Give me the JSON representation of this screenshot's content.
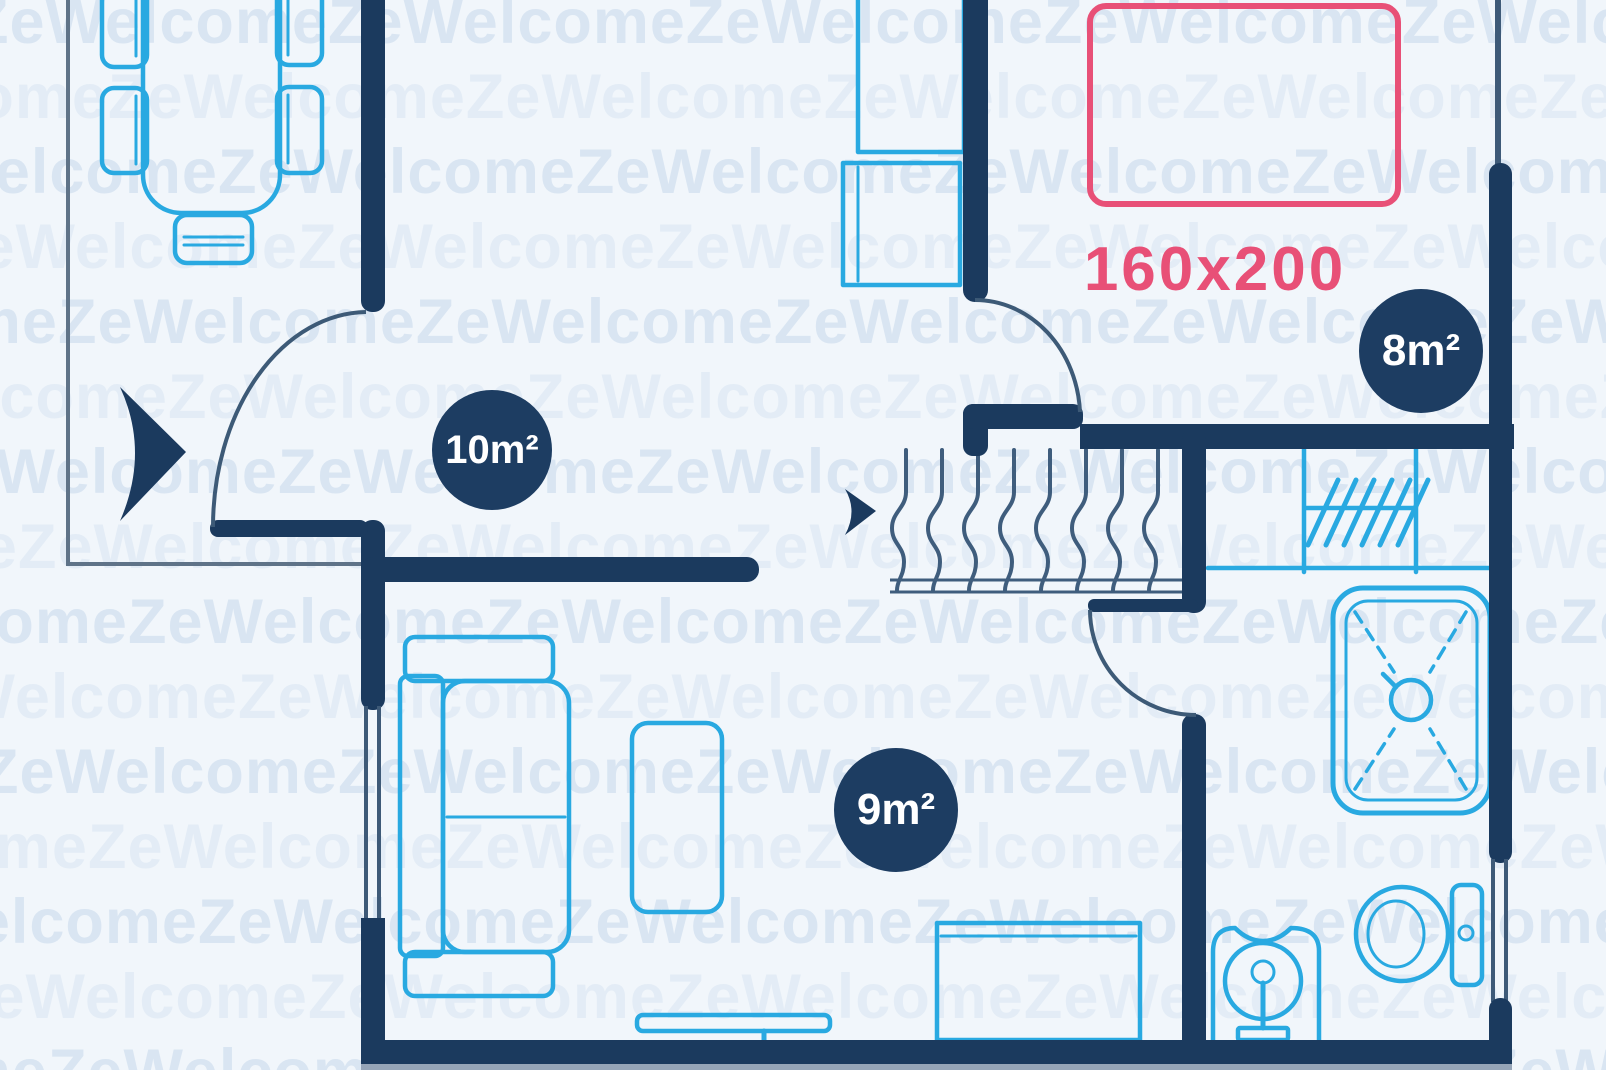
{
  "floorplan": {
    "watermark_text": "ZeWelcome",
    "bed_label": "160x200",
    "badges": [
      {
        "id": "hallway-dressing",
        "label": "10m²"
      },
      {
        "id": "bedroom",
        "label": "8m²"
      },
      {
        "id": "living-room",
        "label": "9m²"
      }
    ]
  },
  "colors": {
    "background": "#f1f6fb",
    "watermark": "#d9e5f2",
    "wall": "#1b3a5e",
    "furniture_blue": "#29a9e1",
    "bed_pink": "#e85077",
    "badge_bg": "#1d3d62",
    "badge_text": "#ffffff",
    "door_arc": "#3d5a77",
    "hanger": "#3f5d7d",
    "thin_line": "#5f7388",
    "window_line": "#3e5a78",
    "bottom_edge": "#96a5b8"
  }
}
